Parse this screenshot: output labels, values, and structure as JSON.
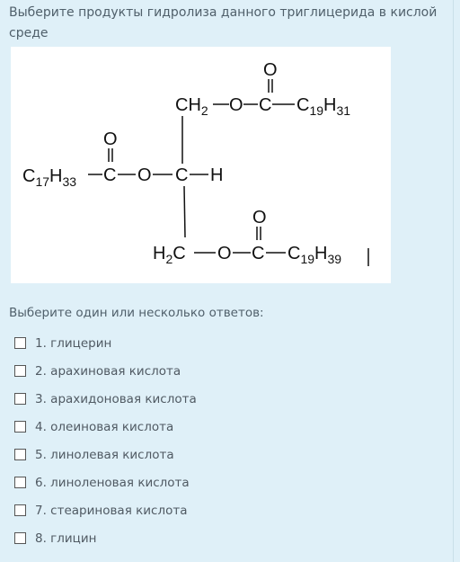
{
  "question": {
    "text": "Выберите продукты гидролиза данного триглицерида в кислой среде"
  },
  "structure": {
    "top_left": "CH",
    "top_left_sub": "2",
    "o": "O",
    "c": "C",
    "top_chain": "C",
    "top_chain_sub1": "19",
    "top_chain_mid": "H",
    "top_chain_sub2": "31",
    "left_chain": "C",
    "left_chain_sub1": "17",
    "left_chain_mid": "H",
    "left_chain_sub2": "33",
    "h": "H",
    "bottom_left": "H",
    "bottom_left_sub": "2",
    "bottom_left_c": "C",
    "bottom_chain": "C",
    "bottom_chain_sub1": "19",
    "bottom_chain_mid": "H",
    "bottom_chain_sub2": "39"
  },
  "prompt": "Выберите один или несколько ответов:",
  "options": [
    {
      "label": "1. глицерин"
    },
    {
      "label": "2. арахиновая кислота"
    },
    {
      "label": "3. арахидоновая кислота"
    },
    {
      "label": "4. олеиновая кислота"
    },
    {
      "label": "5. линолевая кислота"
    },
    {
      "label": "6. линоленовая кислота"
    },
    {
      "label": "7. стеариновая кислота"
    },
    {
      "label": "8. глицин"
    }
  ]
}
